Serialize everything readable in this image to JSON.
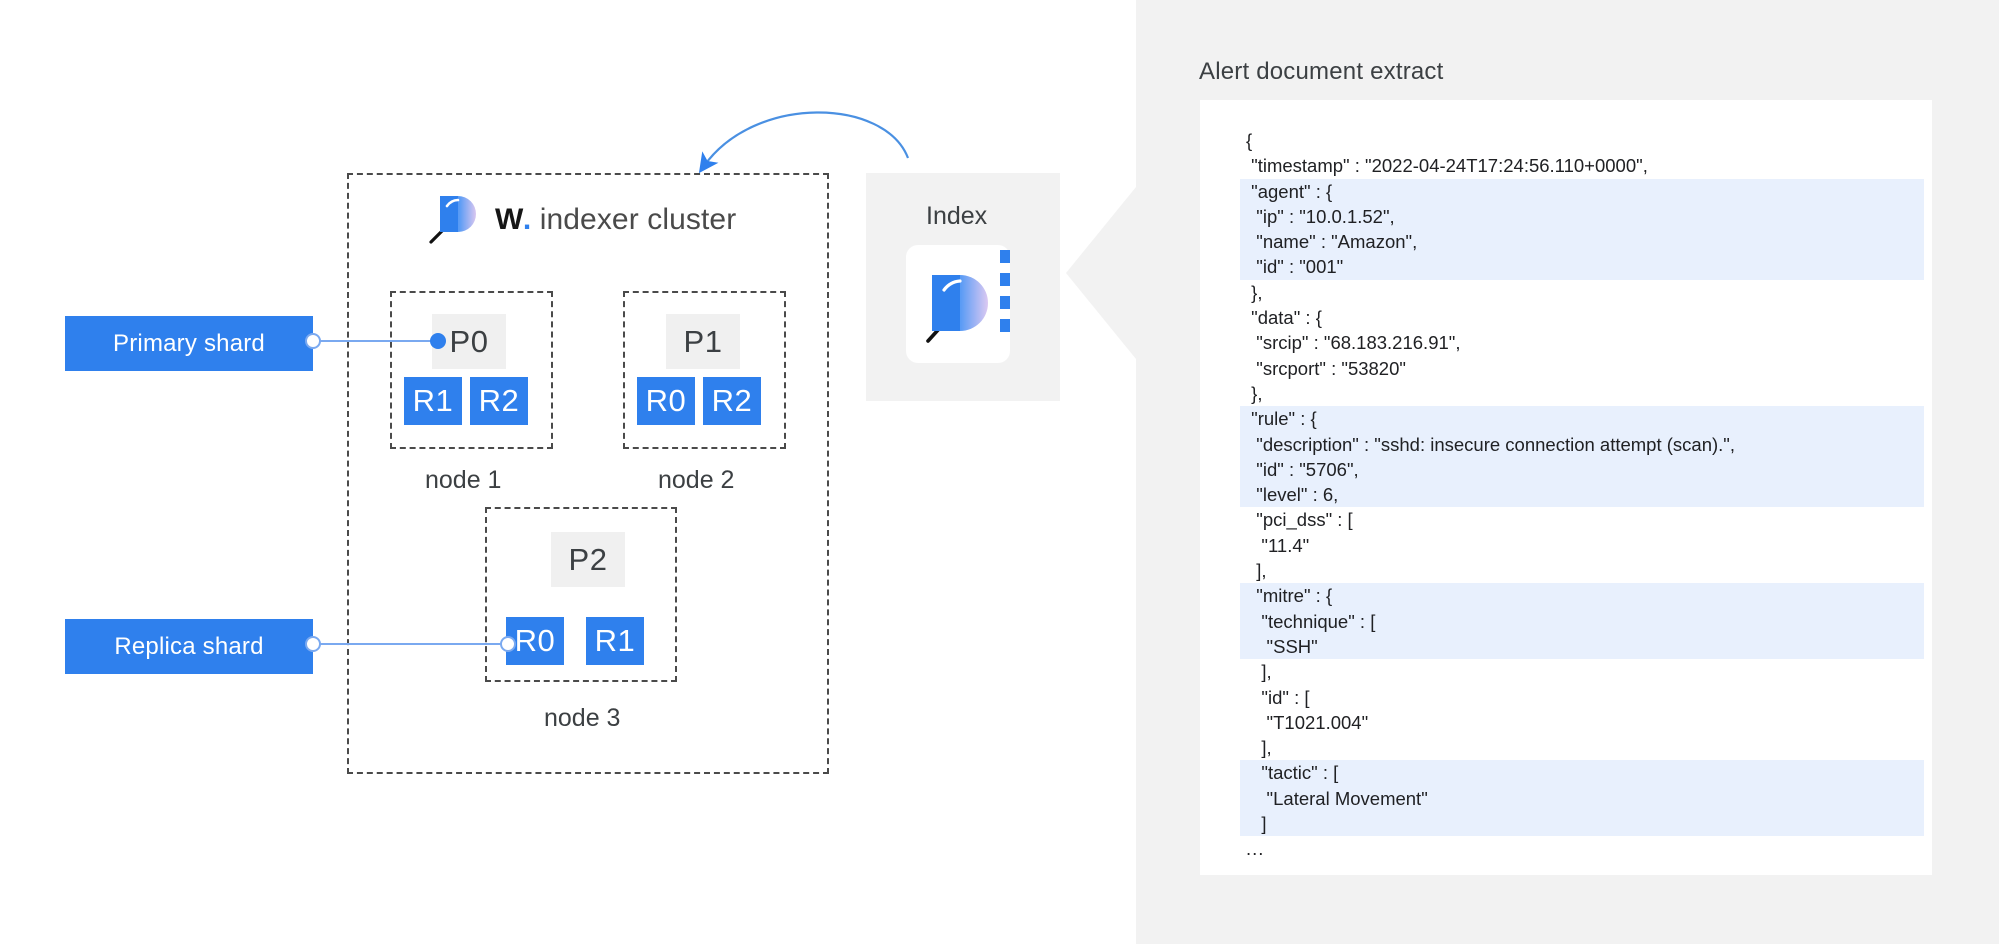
{
  "diagram": {
    "cluster": {
      "brand_mark": "W",
      "brand_dot": ".",
      "title": "indexer cluster",
      "logo_icon": "wazuh-magnifier-icon"
    },
    "nodes": [
      {
        "label": "node 1",
        "primary": "P0",
        "replicas": [
          "R1",
          "R2"
        ]
      },
      {
        "label": "node 2",
        "primary": "P1",
        "replicas": [
          "R0",
          "R2"
        ]
      },
      {
        "label": "node 3",
        "primary": "P2",
        "replicas": [
          "R0",
          "R1"
        ]
      }
    ],
    "legend": [
      {
        "label": "Primary shard",
        "connector_icon": "filled-dot-connector"
      },
      {
        "label": "Replica shard",
        "connector_icon": "hollow-dot-connector"
      }
    ],
    "index": {
      "label": "Index",
      "icon": "index-magnifier-icon",
      "tick_count": 4
    },
    "flow_arrow_icon": "curved-arrow-icon"
  },
  "alert_panel": {
    "title": "Alert document extract",
    "notch_icon": "left-pointing-chevron",
    "json_lines": [
      {
        "text": "{",
        "highlight": false
      },
      {
        "text": " \"timestamp\" : \"2022-04-24T17:24:56.110+0000\",",
        "highlight": false
      },
      {
        "text": " \"agent\" : {",
        "highlight": true
      },
      {
        "text": "  \"ip\" : \"10.0.1.52\",",
        "highlight": true
      },
      {
        "text": "  \"name\" : \"Amazon\",",
        "highlight": true
      },
      {
        "text": "  \"id\" : \"001\"",
        "highlight": true
      },
      {
        "text": " },",
        "highlight": false
      },
      {
        "text": " \"data\" : {",
        "highlight": false
      },
      {
        "text": "  \"srcip\" : \"68.183.216.91\",",
        "highlight": false
      },
      {
        "text": "  \"srcport\" : \"53820\"",
        "highlight": false
      },
      {
        "text": " },",
        "highlight": false
      },
      {
        "text": " \"rule\" : {",
        "highlight": true
      },
      {
        "text": "  \"description\" : \"sshd: insecure connection attempt (scan).\",",
        "highlight": true
      },
      {
        "text": "  \"id\" : \"5706\",",
        "highlight": true
      },
      {
        "text": "  \"level\" : 6,",
        "highlight": true
      },
      {
        "text": "  \"pci_dss\" : [",
        "highlight": false
      },
      {
        "text": "   \"11.4\"",
        "highlight": false
      },
      {
        "text": "  ],",
        "highlight": false
      },
      {
        "text": "  \"mitre\" : {",
        "highlight": true
      },
      {
        "text": "   \"technique\" : [",
        "highlight": true
      },
      {
        "text": "    \"SSH\"",
        "highlight": true
      },
      {
        "text": "   ],",
        "highlight": false
      },
      {
        "text": "   \"id\" : [",
        "highlight": false
      },
      {
        "text": "    \"T1021.004\"",
        "highlight": false
      },
      {
        "text": "   ],",
        "highlight": false
      },
      {
        "text": "   \"tactic\" : [",
        "highlight": true
      },
      {
        "text": "    \"Lateral Movement\"",
        "highlight": true
      },
      {
        "text": "   ]",
        "highlight": true
      }
    ],
    "ellipsis": "..."
  },
  "colors": {
    "brand_blue": "#2f80ed",
    "panel_gray": "#f2f2f2",
    "chip_gray": "#f0f0f0",
    "highlight_blue": "#e8f0fd",
    "connector_blue": "#7aa9f0",
    "text_dark": "#3c4043"
  }
}
